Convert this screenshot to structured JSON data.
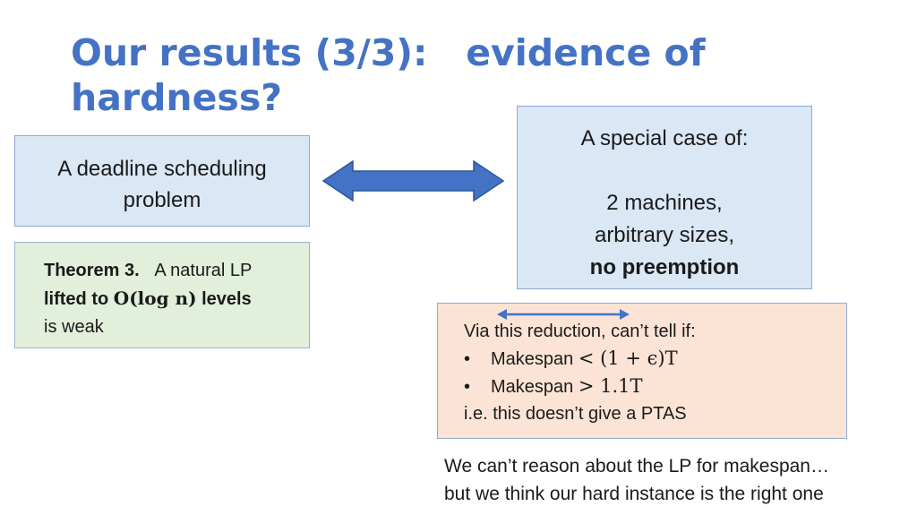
{
  "slide": {
    "title": "Our results (3/3):   evidence of\nhardness?"
  },
  "deadline_box": {
    "line1": "A deadline scheduling",
    "line2": "problem"
  },
  "theorem_box": {
    "theorem_label": "Theorem 3.",
    "theorem_text": "A natural LP",
    "lifted_prefix": "lifted to",
    "lifted_math": "O(log n)",
    "lifted_suffix": "levels",
    "line3": "is weak"
  },
  "special_case_box": {
    "line1": "A special case of:",
    "line2": "2 machines,",
    "line3": "arbitrary sizes,",
    "line4": "no preemption"
  },
  "reduction_box": {
    "intro": "Via this reduction, can’t tell if:",
    "bullet_symbol": "•",
    "bullets": [
      {
        "label": "Makespan",
        "math": "< (1 + ϵ)T"
      },
      {
        "label": "Makespan",
        "math": "> 1.1T"
      }
    ],
    "conclusion": "i.e.  this doesn’t give a PTAS"
  },
  "note": {
    "line1": "We can’t reason about the LP for makespan…",
    "line2": "but we think our hard instance is the right one"
  },
  "colors": {
    "title": "#4472c4",
    "arrow_fill": "#4472c4",
    "blue_box": "#dae7f4",
    "green_box": "#e2efda",
    "orange_box": "#fbe4d6"
  }
}
